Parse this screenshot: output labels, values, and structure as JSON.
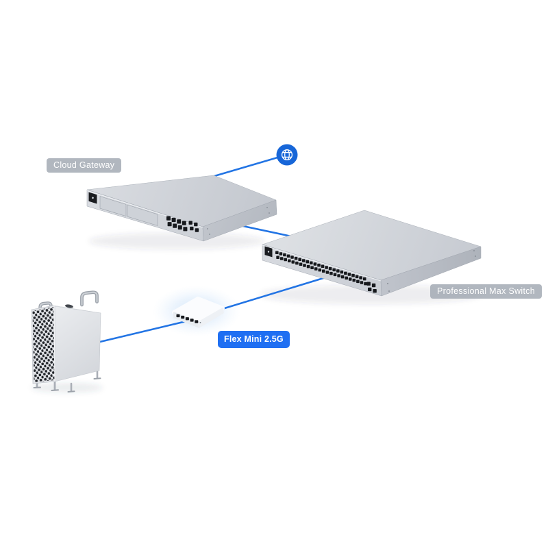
{
  "diagram": {
    "labels": {
      "cloud_gateway": "Cloud Gateway",
      "professional_max_switch": "Professional Max Switch",
      "flex_mini": "Flex Mini 2.5G"
    },
    "colors": {
      "connection_line": "#2274e4",
      "globe_fill": "#1766d8",
      "grey_badge_bg": "rgba(160,167,177,0.82)",
      "blue_badge_bg": "#1f6ff2",
      "badge_text": "#ffffff"
    },
    "icons": {
      "internet": "globe-icon"
    },
    "devices": [
      {
        "id": "cloud-gateway",
        "label": "Cloud Gateway",
        "rj45_ports": 8,
        "sfp_ports": 2,
        "drive_bays": 2,
        "has_screen": true
      },
      {
        "id": "professional-max-switch",
        "label": "Professional Max Switch",
        "rj45_ports": 48,
        "sfp_ports": 4,
        "has_screen": true
      },
      {
        "id": "flex-mini",
        "label": "Flex Mini 2.5G",
        "rj45_ports": 5
      },
      {
        "id": "workstation-tower",
        "label": ""
      }
    ],
    "connections": [
      {
        "from": "internet",
        "to": "cloud-gateway"
      },
      {
        "from": "cloud-gateway",
        "to": "professional-max-switch"
      },
      {
        "from": "professional-max-switch",
        "to": "flex-mini"
      },
      {
        "from": "flex-mini",
        "to": "workstation-tower"
      }
    ]
  }
}
